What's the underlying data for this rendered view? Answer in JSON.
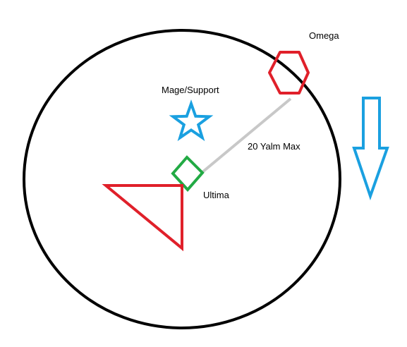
{
  "labels": {
    "omega": "Omega",
    "mage_support": "Mage/Support",
    "distance": "20 Yalm Max",
    "ultima": "Ultima"
  },
  "shapes": {
    "arena": "black-circle",
    "omega_marker": "red-hexagon",
    "mage_marker": "blue-star",
    "ultima_marker": "green-diamond",
    "tank_area": "red-triangle",
    "direction": "blue-down-arrow",
    "distance_line": "gray-line"
  },
  "colors": {
    "arena": "#000000",
    "omega": "#e0202a",
    "triangle": "#e0202a",
    "star": "#1aa0e0",
    "arrow": "#1aa0e0",
    "diamond": "#22aa44",
    "tether": "#c8c8c8"
  }
}
